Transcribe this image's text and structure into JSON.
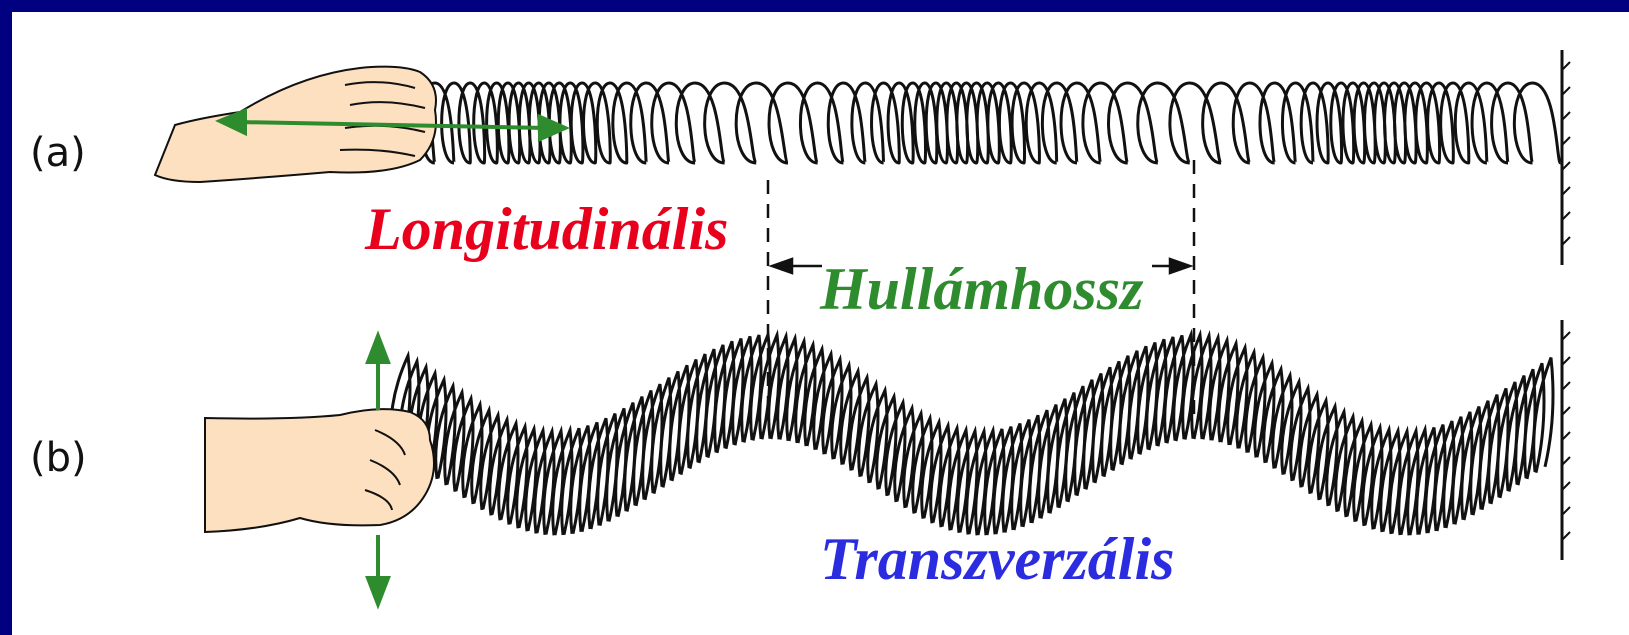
{
  "panel_labels": {
    "a": "(a)",
    "b": "(b)"
  },
  "captions": {
    "longitudinal": "Longitudinális",
    "wavelength": "Hullámhossz",
    "transverse": "Transzverzális"
  },
  "colors": {
    "background": "#000080",
    "longitudinal": "#e8001c",
    "wavelength": "#2e8b2e",
    "transverse": "#2b2be0",
    "arrow": "#2e8b2e",
    "hand": "#fde0c0"
  }
}
